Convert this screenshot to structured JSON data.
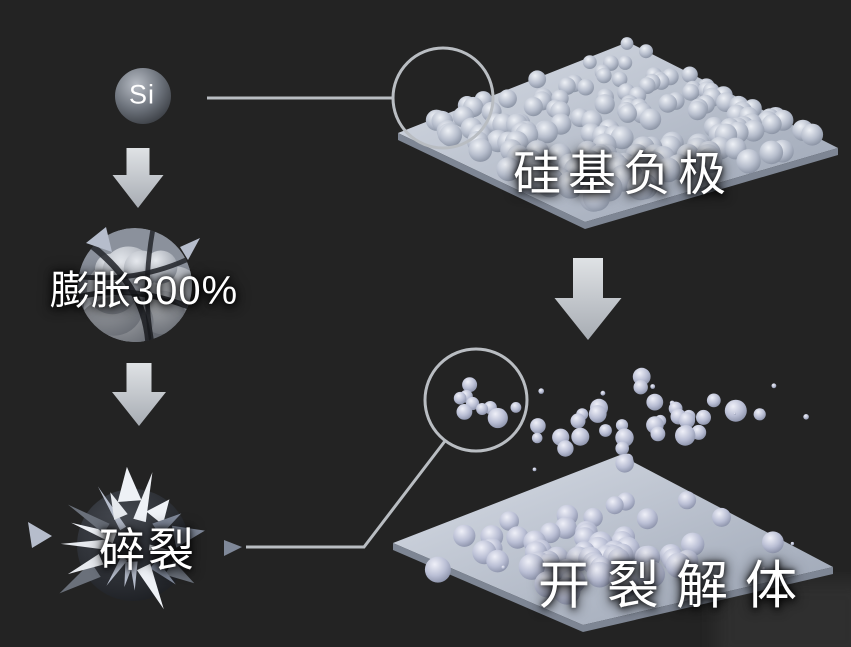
{
  "labels": {
    "si": "Si",
    "expansion": "膨胀300%",
    "fracture": "碎裂",
    "anode": "硅基负极",
    "disintegration": "开裂解体"
  },
  "palette": {
    "background": "#232323",
    "text": "#ffffff",
    "line": "#b9bdc2",
    "arrow_light": "#dfe2e5",
    "arrow_dark": "#a7acb3",
    "sphere_light": "#eef1f6",
    "sphere_mid": "#b6bdcc",
    "sphere_dark": "#7f8899",
    "sphereB_light": "#eff0f8",
    "sphereB_mid": "#b9bed4",
    "sphereB_dark": "#8289a1",
    "plate_light": "#d9dee7",
    "plate_dark": "#99a2b2",
    "plate_side": "#7e8694",
    "si_light": "#b7bcc4",
    "si_mid": "#6f757e",
    "si_dark": "#2c2f34",
    "lobe_light": "#e6e9ee",
    "lobe_dark": "#8b919c",
    "core_light": "#4a4e56",
    "core_dark": "#17191d",
    "crack": "#22252a",
    "shard_deep": "#6a707a",
    "patch": "#3a3a3a"
  }
}
